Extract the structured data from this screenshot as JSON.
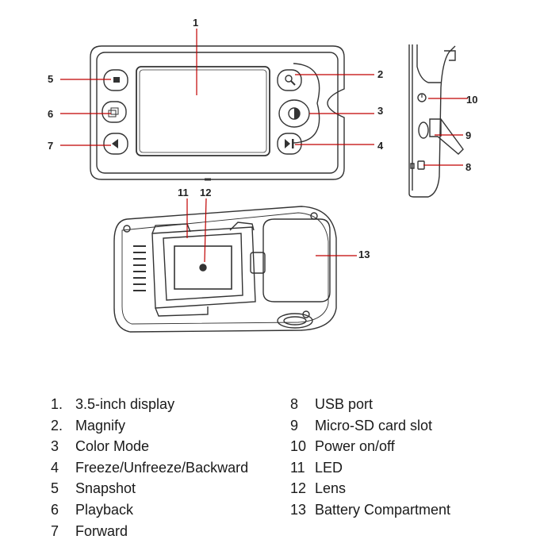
{
  "callouts": {
    "c1": "1",
    "c2": "2",
    "c3": "3",
    "c4": "4",
    "c5": "5",
    "c6": "6",
    "c7": "7",
    "c8": "8",
    "c9": "9",
    "c10": "10",
    "c11": "11",
    "c12": "12",
    "c13": "13"
  },
  "legend": {
    "left": [
      {
        "num": "1.",
        "label": "3.5-inch display"
      },
      {
        "num": "2.",
        "label": "Magnify"
      },
      {
        "num": "3",
        "label": "Color Mode"
      },
      {
        "num": "4",
        "label": "Freeze/Unfreeze/Backward"
      },
      {
        "num": "5",
        "label": "Snapshot"
      },
      {
        "num": "6",
        "label": "Playback"
      },
      {
        "num": "7",
        "label": "Forward"
      }
    ],
    "right": [
      {
        "num": "8",
        "label": "USB port"
      },
      {
        "num": "9",
        "label": "Micro-SD card slot"
      },
      {
        "num": "10",
        "label": "Power on/off"
      },
      {
        "num": "11",
        "label": "LED"
      },
      {
        "num": "12",
        "label": "Lens"
      },
      {
        "num": "13",
        "label": "Battery Compartment"
      }
    ]
  },
  "colors": {
    "leader": "#c00000",
    "outline": "#333333"
  }
}
